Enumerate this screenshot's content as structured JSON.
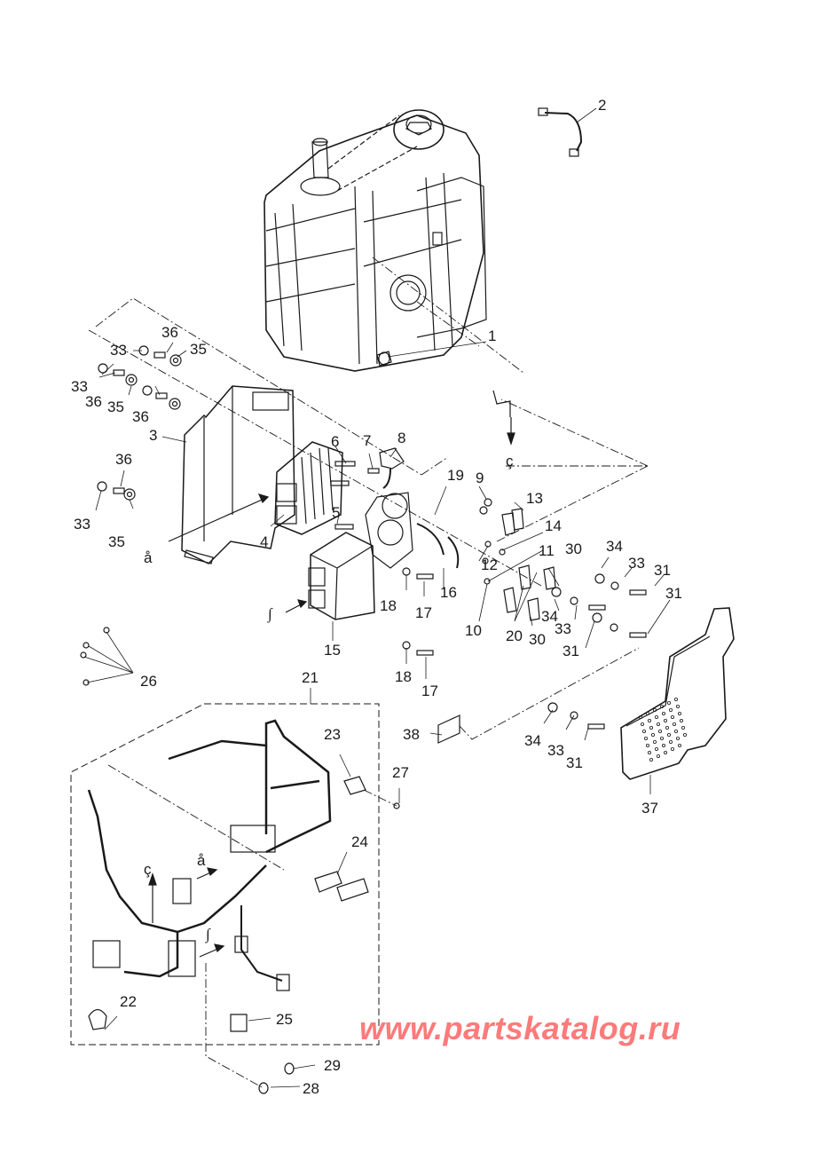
{
  "diagram": {
    "title": "Engine electrical components exploded view",
    "colors": {
      "line": "#1a1a1a",
      "watermark": "#ff7a7a",
      "background": "#ffffff"
    },
    "watermark": "www.partskatalog.ru",
    "callouts": [
      {
        "id": "c1",
        "label": "1"
      },
      {
        "id": "c2",
        "label": "2"
      },
      {
        "id": "c3",
        "label": "3"
      },
      {
        "id": "c4",
        "label": "4"
      },
      {
        "id": "c5",
        "label": "5"
      },
      {
        "id": "c6",
        "label": "6"
      },
      {
        "id": "c7",
        "label": "7"
      },
      {
        "id": "c8",
        "label": "8"
      },
      {
        "id": "c9",
        "label": "9"
      },
      {
        "id": "c10",
        "label": "10"
      },
      {
        "id": "c11",
        "label": "11"
      },
      {
        "id": "c12",
        "label": "12"
      },
      {
        "id": "c13",
        "label": "13"
      },
      {
        "id": "c14",
        "label": "14"
      },
      {
        "id": "c15",
        "label": "15"
      },
      {
        "id": "c16",
        "label": "16"
      },
      {
        "id": "c17a",
        "label": "17"
      },
      {
        "id": "c17b",
        "label": "17"
      },
      {
        "id": "c18a",
        "label": "18"
      },
      {
        "id": "c18b",
        "label": "18"
      },
      {
        "id": "c19",
        "label": "19"
      },
      {
        "id": "c20",
        "label": "20"
      },
      {
        "id": "c21",
        "label": "21"
      },
      {
        "id": "c22",
        "label": "22"
      },
      {
        "id": "c23",
        "label": "23"
      },
      {
        "id": "c24",
        "label": "24"
      },
      {
        "id": "c25",
        "label": "25"
      },
      {
        "id": "c26",
        "label": "26"
      },
      {
        "id": "c27",
        "label": "27"
      },
      {
        "id": "c28",
        "label": "28"
      },
      {
        "id": "c29",
        "label": "29"
      },
      {
        "id": "c30a",
        "label": "30"
      },
      {
        "id": "c30b",
        "label": "30"
      },
      {
        "id": "c31a",
        "label": "31"
      },
      {
        "id": "c31b",
        "label": "31"
      },
      {
        "id": "c31c",
        "label": "31"
      },
      {
        "id": "c31d",
        "label": "31"
      },
      {
        "id": "c33a",
        "label": "33"
      },
      {
        "id": "c33b",
        "label": "33"
      },
      {
        "id": "c33c",
        "label": "33"
      },
      {
        "id": "c33d",
        "label": "33"
      },
      {
        "id": "c33e",
        "label": "33"
      },
      {
        "id": "c33f",
        "label": "33"
      },
      {
        "id": "c34a",
        "label": "34"
      },
      {
        "id": "c34b",
        "label": "34"
      },
      {
        "id": "c34c",
        "label": "34"
      },
      {
        "id": "c35a",
        "label": "35"
      },
      {
        "id": "c35b",
        "label": "35"
      },
      {
        "id": "c35c",
        "label": "35"
      },
      {
        "id": "c36a",
        "label": "36"
      },
      {
        "id": "c36b",
        "label": "36"
      },
      {
        "id": "c36c",
        "label": "36"
      },
      {
        "id": "c36d",
        "label": "36"
      },
      {
        "id": "c37",
        "label": "37"
      },
      {
        "id": "c38",
        "label": "38"
      }
    ],
    "reference_marks": [
      {
        "id": "ra1",
        "label": "å"
      },
      {
        "id": "ra2",
        "label": "å"
      },
      {
        "id": "rc1",
        "label": "ç"
      },
      {
        "id": "rc2",
        "label": "ç"
      },
      {
        "id": "rj1",
        "label": "∫"
      },
      {
        "id": "rj2",
        "label": "∫"
      }
    ]
  }
}
